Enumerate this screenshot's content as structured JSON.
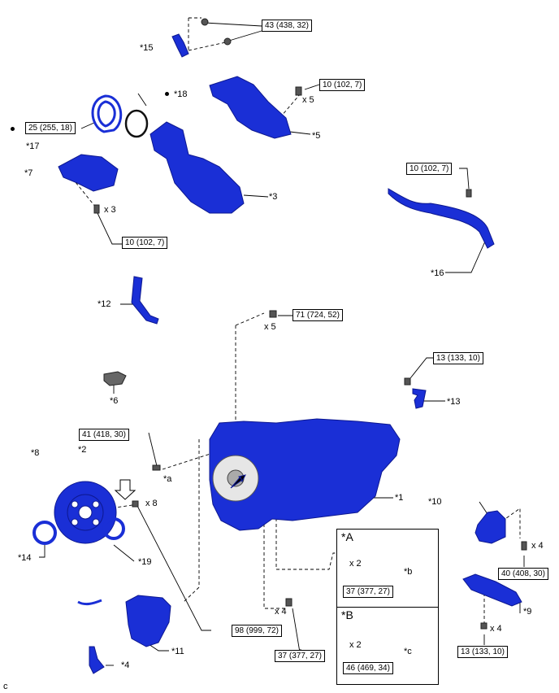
{
  "colors": {
    "part_fill": "#1a2fd6",
    "part_dark": "#0d1890",
    "line": "#000000"
  },
  "torques": {
    "t43": "43 (438, 32)",
    "t10_heat": "10 (102, 7)",
    "t25": "25 (255, 18)",
    "t10_left": "10 (102, 7)",
    "t10_harness": "10 (102, 7)",
    "t71": "71 (724, 52)",
    "t13_top": "13 (133, 10)",
    "t41": "41 (418, 30)",
    "t37_a": "37 (377, 27)",
    "t46": "46 (469, 34)",
    "t40": "40 (408, 30)",
    "t98": "98 (999, 72)",
    "t37_b": "37 (377, 27)",
    "t13_bot": "13 (133, 10)"
  },
  "part_labels": {
    "p1": "*1",
    "p2": "*2",
    "p3": "*3",
    "p4": "*4",
    "p5": "*5",
    "p6": "*6",
    "p7": "*7",
    "p8": "*8",
    "p9": "*9",
    "p10": "*10",
    "p11": "*11",
    "p12": "*12",
    "p13": "*13",
    "p14": "*14",
    "p15": "*15",
    "p16": "*16",
    "p17": "*17",
    "p18": "*18",
    "p19": "*19",
    "pa": "*a",
    "pb": "*b",
    "pc": "*c"
  },
  "qty": {
    "x5_heat": "x 5",
    "x3": "x 3",
    "x5_top": "x 5",
    "x8": "x 8",
    "x2_a": "x 2",
    "x2_b": "x 2",
    "x4_mount": "x 4",
    "x4_mid": "x 4",
    "x4_bot": "x 4"
  },
  "panels": {
    "A": "*A",
    "B": "*B"
  },
  "corner_code": "c"
}
